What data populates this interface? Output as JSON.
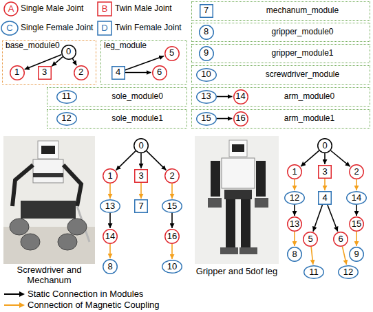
{
  "diagram": {
    "nodes": [
      {
        "text": [
          "base_module0"
        ]
      },
      {
        "text": [
          "0"
        ],
        "in": 0
      },
      {
        "text": [
          "1"
        ],
        "in": 0
      },
      {
        "text": [
          "3"
        ],
        "in": 0
      },
      {
        "text": [
          "2"
        ],
        "in": 0
      },
      {
        "text": [
          "leg_module"
        ]
      },
      {
        "text": [
          "4"
        ],
        "in": 5
      },
      {
        "text": [
          "5"
        ],
        "in": 5
      },
      {
        "text": [
          "6"
        ],
        "in": 5
      },
      {
        "text": [
          "mechanum_module"
        ]
      },
      {
        "text": [
          "7"
        ],
        "in": 9
      },
      {
        "text": [
          "gripper_module0"
        ]
      },
      {
        "text": [
          "8"
        ],
        "in": 11
      },
      {
        "text": [
          "gripper_module1"
        ]
      },
      {
        "text": [
          "9"
        ],
        "in": 13
      },
      {
        "text": [
          "screwdriver_module"
        ]
      },
      {
        "text": [
          "10"
        ],
        "in": 15
      },
      {
        "text": [
          "sole_module0"
        ]
      },
      {
        "text": [
          "11"
        ],
        "in": 17
      },
      {
        "text": [
          "sole_module1"
        ]
      },
      {
        "text": [
          "12"
        ],
        "in": 19
      },
      {
        "text": [
          "arm_module0"
        ]
      },
      {
        "text": [
          "13"
        ],
        "in": 21
      },
      {
        "text": [
          "14"
        ],
        "in": 21
      },
      {
        "text": [
          "arm_module1"
        ]
      },
      {
        "text": [
          "15"
        ],
        "in": 24
      },
      {
        "text": [
          "16"
        ],
        "in": 24
      },
      {
        "text": [
          "0"
        ]
      },
      {
        "text": [
          "1"
        ]
      },
      {
        "text": [
          "3"
        ]
      },
      {
        "text": [
          "2"
        ]
      },
      {
        "text": [
          "13"
        ]
      },
      {
        "text": [
          "7"
        ]
      },
      {
        "text": [
          "15"
        ]
      },
      {
        "text": [
          "14"
        ]
      },
      {
        "text": [
          "16"
        ]
      },
      {
        "text": [
          "8"
        ]
      },
      {
        "text": [
          "10"
        ]
      },
      {
        "text": [
          "0"
        ]
      },
      {
        "text": [
          "1"
        ]
      },
      {
        "text": [
          "3"
        ]
      },
      {
        "text": [
          "2"
        ]
      },
      {
        "text": [
          "12"
        ]
      },
      {
        "text": [
          "4"
        ]
      },
      {
        "text": [
          "14"
        ]
      },
      {
        "text": [
          "13"
        ]
      },
      {
        "text": [
          "15"
        ]
      },
      {
        "text": [
          "5"
        ]
      },
      {
        "text": [
          "6"
        ]
      },
      {
        "text": [
          "8"
        ]
      },
      {
        "text": [
          "9"
        ]
      },
      {
        "text": [
          "11"
        ]
      },
      {
        "text": [
          "12"
        ]
      }
    ],
    "edges": [
      {
        "from": 1,
        "to": 2,
        "arrow": "to"
      },
      {
        "from": 1,
        "to": 3,
        "arrow": "to"
      },
      {
        "from": 1,
        "to": 4,
        "arrow": "to"
      },
      {
        "from": 6,
        "to": 7,
        "arrow": "to"
      },
      {
        "from": 6,
        "to": 8,
        "arrow": "to"
      },
      {
        "from": 22,
        "to": 23,
        "arrow": "to"
      },
      {
        "from": 25,
        "to": 26,
        "arrow": "to"
      },
      {
        "from": 27,
        "to": 28,
        "arrow": "to"
      },
      {
        "from": 27,
        "to": 29,
        "arrow": "to"
      },
      {
        "from": 27,
        "to": 30,
        "arrow": "to"
      },
      {
        "from": 28,
        "to": 31,
        "arrow": "to"
      },
      {
        "from": 29,
        "to": 32,
        "arrow": "to"
      },
      {
        "from": 30,
        "to": 33,
        "arrow": "to"
      },
      {
        "from": 31,
        "to": 34,
        "arrow": "to"
      },
      {
        "from": 33,
        "to": 35,
        "arrow": "to"
      },
      {
        "from": 34,
        "to": 36,
        "arrow": "to"
      },
      {
        "from": 35,
        "to": 37,
        "arrow": "to"
      },
      {
        "from": 38,
        "to": 39,
        "arrow": "to"
      },
      {
        "from": 38,
        "to": 40,
        "arrow": "to"
      },
      {
        "from": 38,
        "to": 41,
        "arrow": "to"
      },
      {
        "from": 39,
        "to": 42,
        "arrow": "to"
      },
      {
        "from": 40,
        "to": 43,
        "arrow": "to"
      },
      {
        "from": 41,
        "to": 44,
        "arrow": "to"
      },
      {
        "from": 42,
        "to": 45,
        "arrow": "to"
      },
      {
        "from": 43,
        "to": 47,
        "arrow": "to"
      },
      {
        "from": 43,
        "to": 48,
        "arrow": "to"
      },
      {
        "from": 44,
        "to": 46,
        "arrow": "to"
      },
      {
        "from": 45,
        "to": 49,
        "arrow": "to"
      },
      {
        "from": 47,
        "to": 51,
        "arrow": "to"
      },
      {
        "from": 48,
        "to": 52,
        "arrow": "to"
      },
      {
        "from": 46,
        "to": 50,
        "arrow": "to"
      }
    ],
    "labels": [
      "A",
      "B",
      "C",
      "D",
      "Screwdriver and Mechanum",
      "Gripper and 5dof leg"
    ],
    "legend": [
      {
        "text": "Single Male Joint"
      },
      {
        "text": "Twin Male Joint"
      },
      {
        "text": "Single Female Joint"
      },
      {
        "text": "Twin Female Joint"
      },
      {
        "text": "Static Connection in Modules"
      },
      {
        "text": "Connection of Magnetic Coupling"
      }
    ]
  }
}
